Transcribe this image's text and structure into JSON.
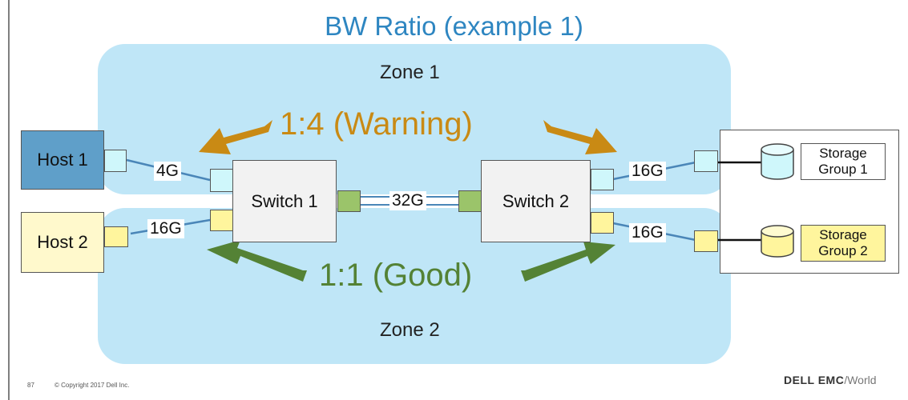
{
  "title": "BW Ratio  (example 1)",
  "zones": {
    "zone1": "Zone 1",
    "zone2": "Zone 2"
  },
  "hosts": {
    "host1": "Host 1",
    "host2": "Host 2"
  },
  "switches": {
    "switch1": "Switch 1",
    "switch2": "Switch 2"
  },
  "links": {
    "host1_speed": "4G",
    "host2_speed": "16G",
    "isl_speed": "32G",
    "sg1_speed": "16G",
    "sg2_speed": "16G"
  },
  "ratios": {
    "warning": "1:4 (Warning)",
    "good": "1:1 (Good)"
  },
  "storage": {
    "sg1_line1": "Storage",
    "sg1_line2": "Group 1",
    "sg2_line1": "Storage",
    "sg2_line2": "Group 2"
  },
  "footer": {
    "page": "87",
    "copyright": "© Copyright 2017 Dell Inc.",
    "brand_main": "DELL EMC",
    "brand_world": "World"
  },
  "colors": {
    "zone": "#bfe6f7",
    "warning": "#c98a14",
    "good": "#548235",
    "title": "#2e86c1"
  }
}
